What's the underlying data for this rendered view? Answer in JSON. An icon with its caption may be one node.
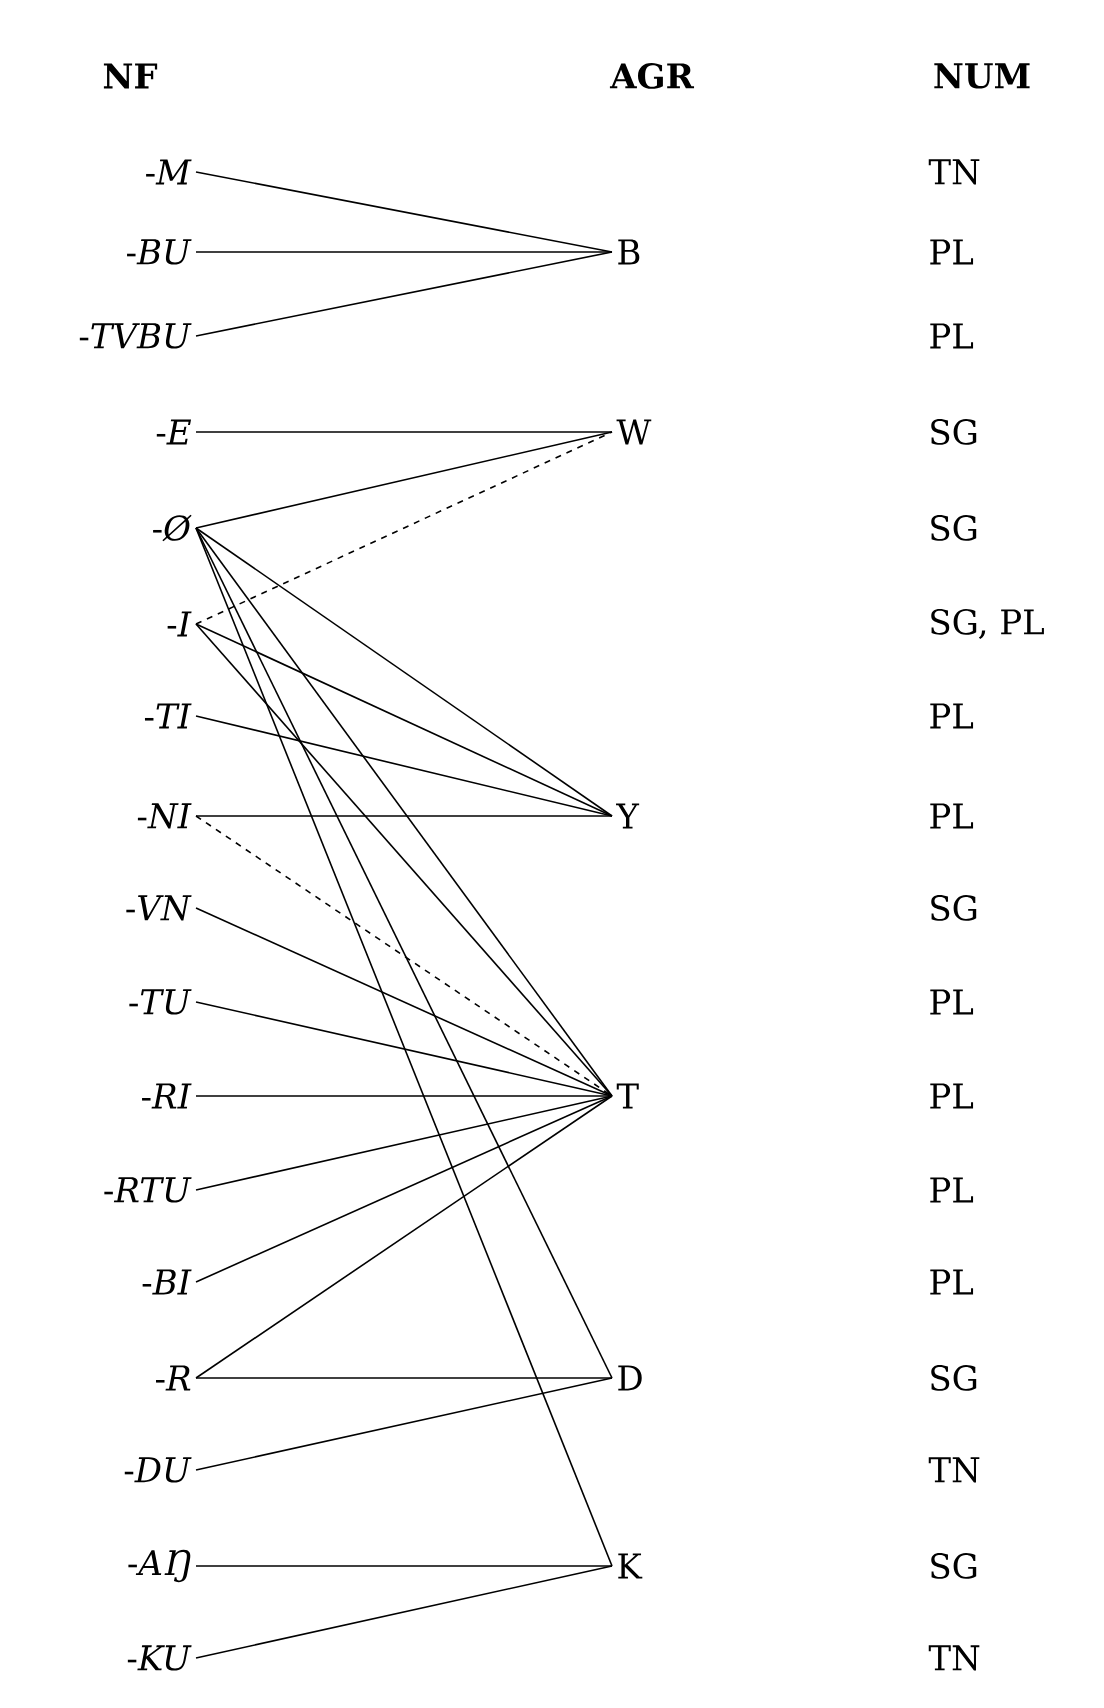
{
  "diagram": {
    "nodes": [
      {
        "text": [
          "-*M*"
        ]
      },
      {
        "text": [
          "-*BU*"
        ]
      },
      {
        "text": [
          "-*TVBU*"
        ]
      },
      {
        "text": [
          "-*E*"
        ]
      },
      {
        "text": [
          "-*Ø*"
        ]
      },
      {
        "text": [
          "-*I*"
        ]
      },
      {
        "text": [
          "-*TI*"
        ]
      },
      {
        "text": [
          "-*NI*"
        ]
      },
      {
        "text": [
          "-*VN*"
        ]
      },
      {
        "text": [
          "-*TU*"
        ]
      },
      {
        "text": [
          "-*RI*"
        ]
      },
      {
        "text": [
          "-*RTU*"
        ]
      },
      {
        "text": [
          "-*BI*"
        ]
      },
      {
        "text": [
          "-*R*"
        ]
      },
      {
        "text": [
          "-*DU*"
        ]
      },
      {
        "text": [
          "-*AŊ*"
        ]
      },
      {
        "text": [
          "-*KU*"
        ]
      },
      {
        "text": [
          "B"
        ]
      },
      {
        "text": [
          "W"
        ]
      },
      {
        "text": [
          "Y"
        ]
      },
      {
        "text": [
          "T"
        ]
      },
      {
        "text": [
          "D"
        ]
      },
      {
        "text": [
          "K"
        ]
      }
    ],
    "edges": [
      {
        "from": 0,
        "to": 17,
        "arrow": "none"
      },
      {
        "from": 1,
        "to": 17,
        "arrow": "none"
      },
      {
        "from": 2,
        "to": 17,
        "arrow": "none"
      },
      {
        "from": 3,
        "to": 18,
        "arrow": "none"
      },
      {
        "from": 4,
        "to": 18,
        "arrow": "none"
      },
      {
        "from": 5,
        "to": 18,
        "arrow": "none",
        "style": "dashed"
      },
      {
        "from": 4,
        "to": 19,
        "arrow": "none"
      },
      {
        "from": 4,
        "to": 20,
        "arrow": "none"
      },
      {
        "from": 4,
        "to": 21,
        "arrow": "none"
      },
      {
        "from": 4,
        "to": 22,
        "arrow": "none"
      },
      {
        "from": 5,
        "to": 19,
        "arrow": "none"
      },
      {
        "from": 5,
        "to": 20,
        "arrow": "none"
      },
      {
        "from": 6,
        "to": 19,
        "arrow": "none"
      },
      {
        "from": 7,
        "to": 19,
        "arrow": "none"
      },
      {
        "from": 7,
        "to": 20,
        "arrow": "none",
        "style": "dashed"
      },
      {
        "from": 8,
        "to": 20,
        "arrow": "none"
      },
      {
        "from": 9,
        "to": 20,
        "arrow": "none"
      },
      {
        "from": 10,
        "to": 20,
        "arrow": "none"
      },
      {
        "from": 11,
        "to": 20,
        "arrow": "none"
      },
      {
        "from": 12,
        "to": 20,
        "arrow": "none"
      },
      {
        "from": 13,
        "to": 20,
        "arrow": "none"
      },
      {
        "from": 13,
        "to": 21,
        "arrow": "none"
      },
      {
        "from": 14,
        "to": 21,
        "arrow": "none"
      },
      {
        "from": 15,
        "to": 22,
        "arrow": "none"
      },
      {
        "from": 16,
        "to": 22,
        "arrow": "none"
      }
    ],
    "labels": [
      "NF",
      "AGR",
      "NUM",
      "TN",
      "PL",
      "PL",
      "SG",
      "SG",
      "SG, PL",
      "PL",
      "PL",
      "SG",
      "PL",
      "PL",
      "PL",
      "PL",
      "SG",
      "TN",
      "SG",
      "TN"
    ]
  }
}
